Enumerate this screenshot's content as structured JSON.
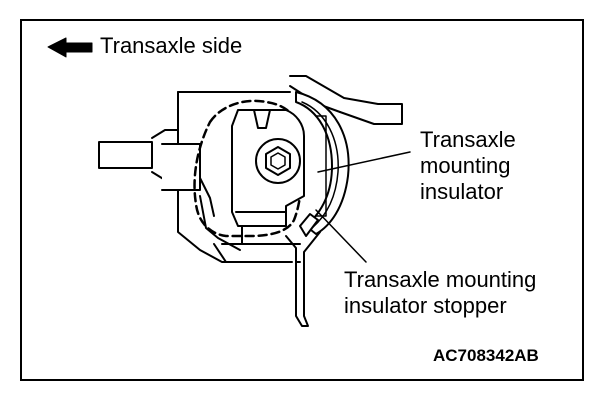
{
  "diagram": {
    "direction_label": "Transaxle side",
    "callouts": {
      "insulator": "Transaxle\nmounting\ninsulator",
      "stopper": "Transaxle mounting\ninsulator stopper"
    },
    "figure_code": "AC708342AB"
  },
  "colors": {
    "line": "#000000",
    "background": "#ffffff"
  }
}
